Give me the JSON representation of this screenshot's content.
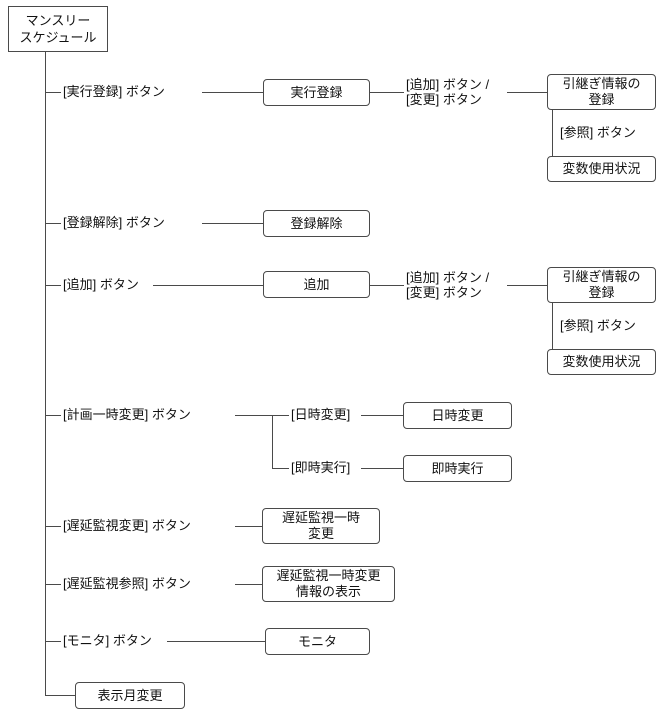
{
  "diagram": {
    "root": {
      "label": "マンスリー\nスケジュール"
    },
    "exec_register": {
      "button": "[実行登録] ボタン",
      "screen": "実行登録",
      "sub_button": "[追加] ボタン /\n[変更] ボタン",
      "sub_screen": "引継ぎ情報の\n登録",
      "ref_button": "[参照] ボタン",
      "ref_screen": "変数使用状況"
    },
    "unregister": {
      "button": "[登録解除] ボタン",
      "screen": "登録解除"
    },
    "add": {
      "button": "[追加] ボタン",
      "screen": "追加",
      "sub_button": "[追加] ボタン /\n[変更] ボタン",
      "sub_screen": "引継ぎ情報の\n登録",
      "ref_button": "[参照] ボタン",
      "ref_screen": "変数使用状況"
    },
    "plan_change": {
      "button": "[計画一時変更] ボタン",
      "sub1_button": "[日時変更]",
      "sub1_screen": "日時変更",
      "sub2_button": "[即時実行]",
      "sub2_screen": "即時実行"
    },
    "delay_change": {
      "button": "[遅延監視変更] ボタン",
      "screen": "遅延監視一時\n変更"
    },
    "delay_view": {
      "button": "[遅延監視参照] ボタン",
      "screen": "遅延監視一時変更\n情報の表示"
    },
    "monitor": {
      "button": "[モニタ] ボタン",
      "screen": "モニタ"
    },
    "display_month": {
      "screen": "表示月変更"
    }
  }
}
